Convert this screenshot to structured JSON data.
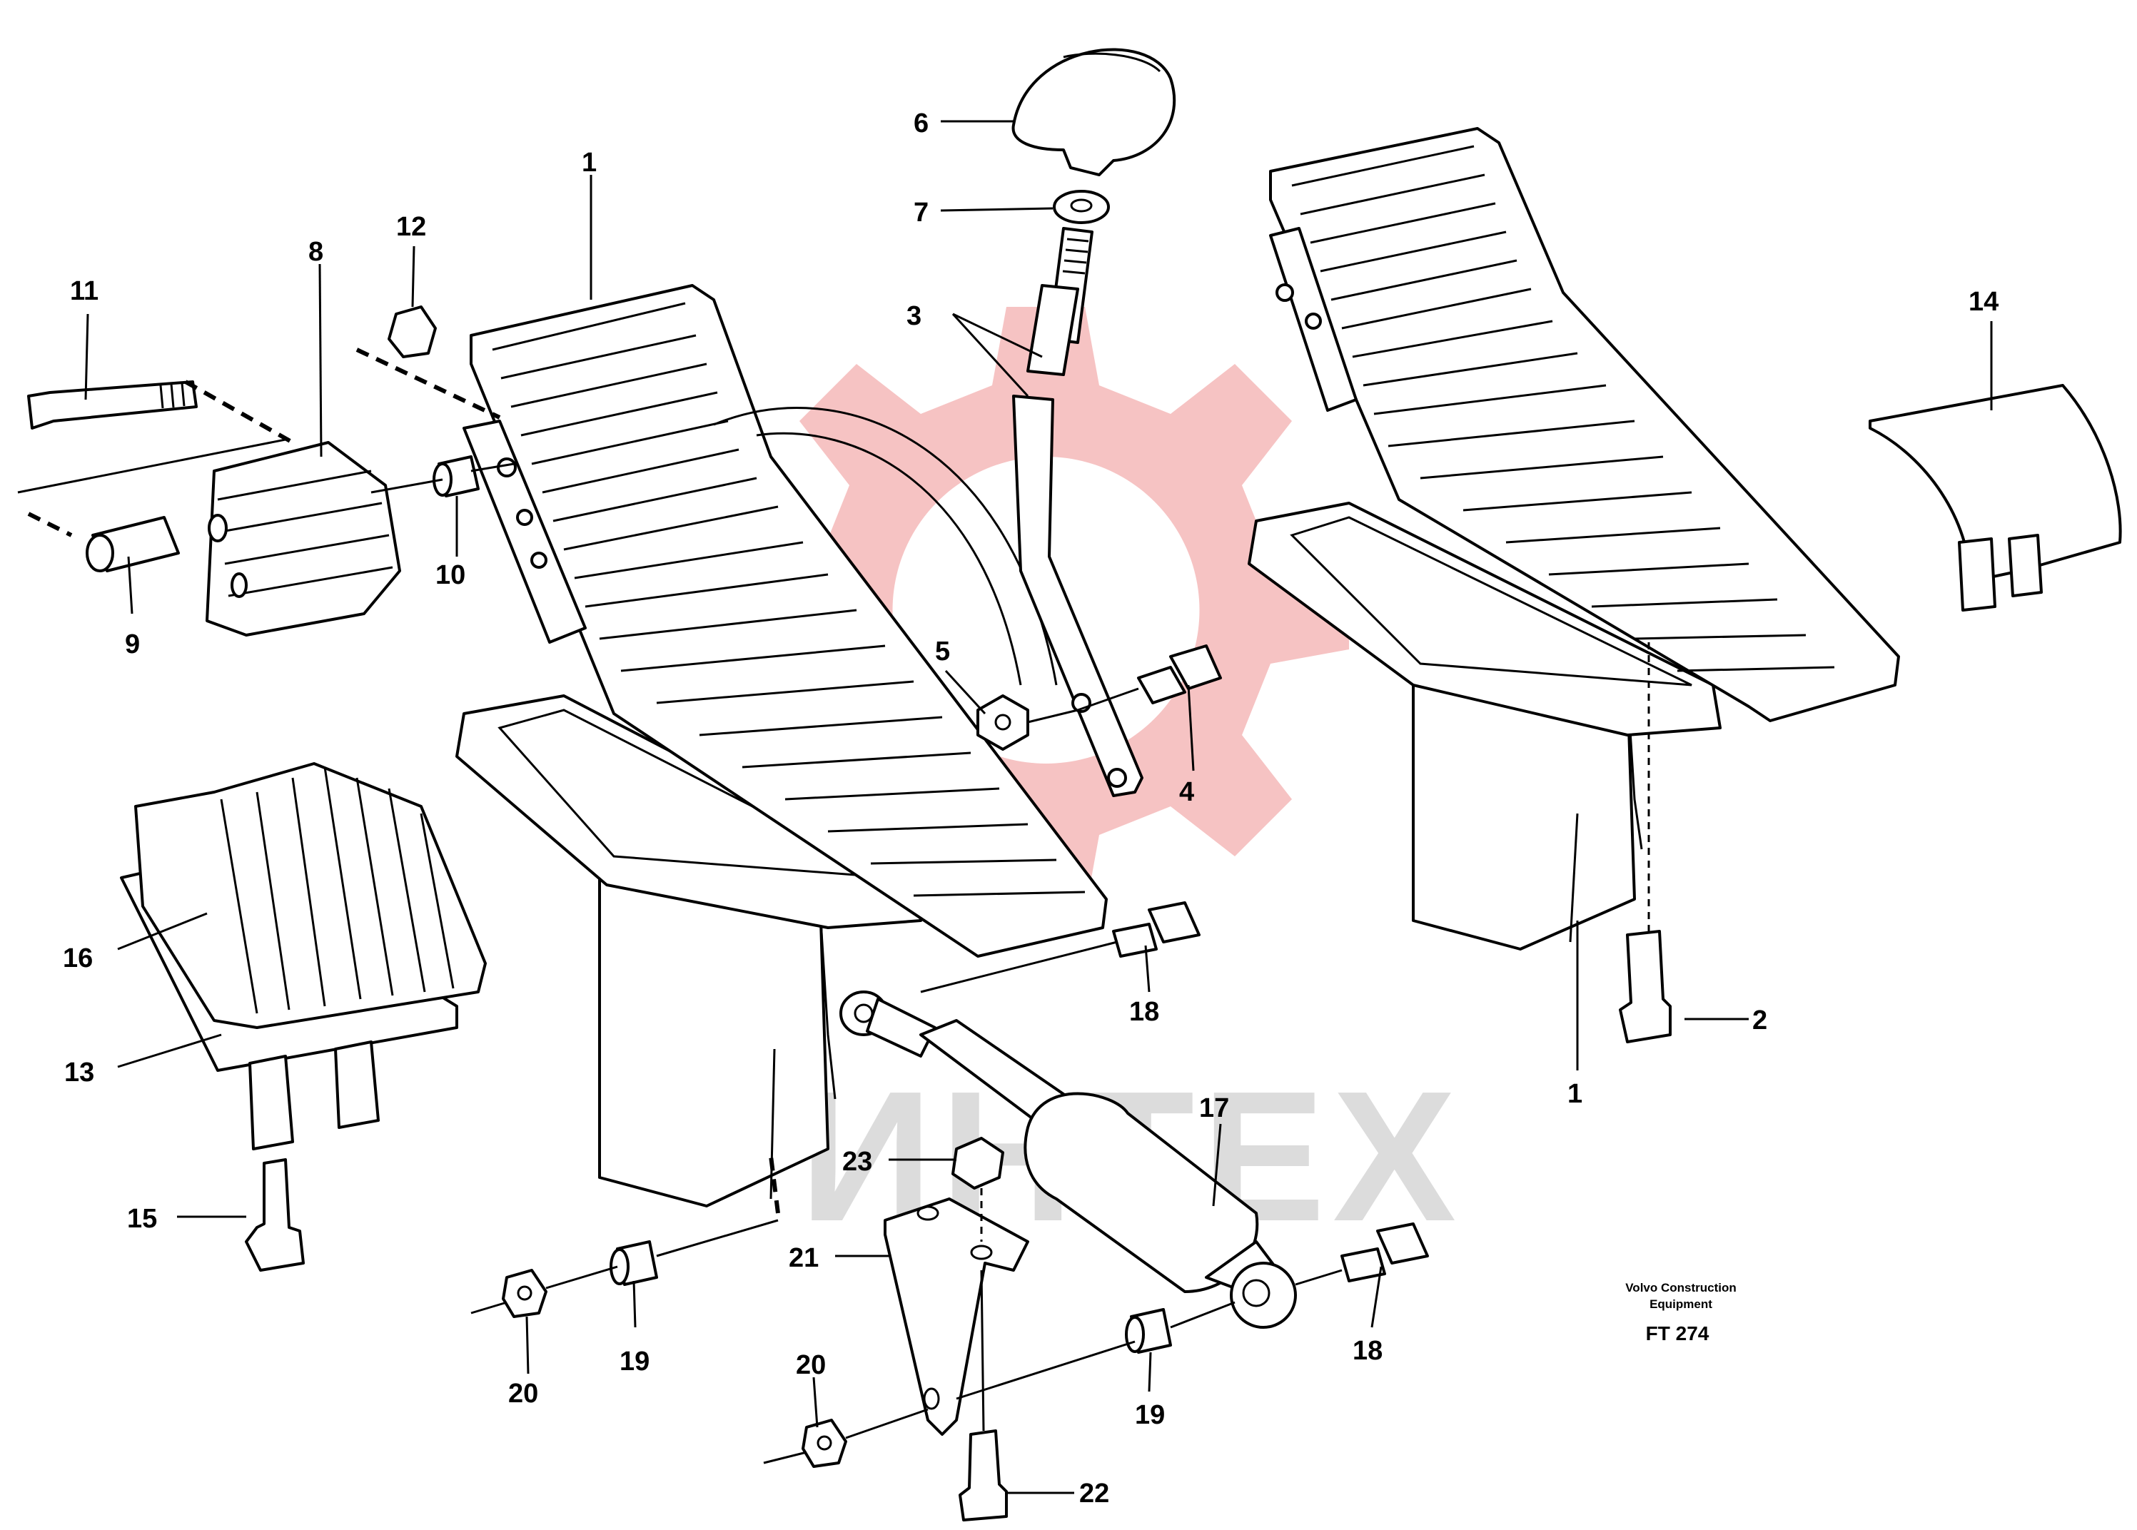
{
  "labels": {
    "p1a": "1",
    "p1b": "1",
    "p2": "2",
    "p3": "3",
    "p4": "4",
    "p5": "5",
    "p6": "6",
    "p7": "7",
    "p8": "8",
    "p9": "9",
    "p10": "10",
    "p11": "11",
    "p12": "12",
    "p13": "13",
    "p14": "14",
    "p15": "15",
    "p16": "16",
    "p17": "17",
    "p18a": "18",
    "p18b": "18",
    "p19a": "19",
    "p19b": "19",
    "p20a": "20",
    "p20b": "20",
    "p21": "21",
    "p22": "22",
    "p23": "23"
  },
  "caption": {
    "line1": "Volvo Construction",
    "line2": "Equipment",
    "code": "FT 274"
  },
  "watermark": {
    "text": "ИНТЕХ",
    "gear_color": "#f4b9b9",
    "text_color": "#dcdcdc"
  }
}
